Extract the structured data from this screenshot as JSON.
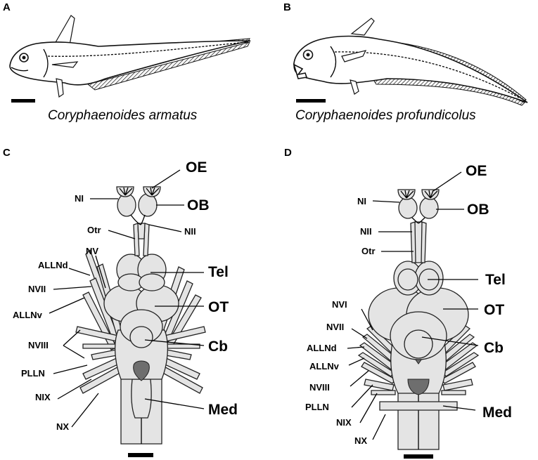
{
  "panels": {
    "a": {
      "letter": "A",
      "species": "Coryphaenoides armatus"
    },
    "b": {
      "letter": "B",
      "species": "Coryphaenoides profundicolus"
    },
    "c": {
      "letter": "C",
      "labels": {
        "oe": "OE",
        "ni": "NI",
        "ob": "OB",
        "otr": "Otr",
        "nii": "NII",
        "nv": "NV",
        "allnd": "ALLNd",
        "nvii": "NVII",
        "allnv": "ALLNv",
        "nviii": "NVIII",
        "plln": "PLLN",
        "nix": "NIX",
        "nx": "NX",
        "tel": "Tel",
        "ot": "OT",
        "cb": "Cb",
        "med": "Med"
      }
    },
    "d": {
      "letter": "D",
      "labels": {
        "oe": "OE",
        "ni": "NI",
        "ob": "OB",
        "nii": "NII",
        "otr": "Otr",
        "nvi": "NVI",
        "nvii": "NVII",
        "allnd": "ALLNd",
        "allnv": "ALLNv",
        "nviii": "NVIII",
        "plln": "PLLN",
        "nix": "NIX",
        "nx": "NX",
        "tel": "Tel",
        "ot": "OT",
        "cb": "Cb",
        "med": "Med"
      }
    }
  },
  "colors": {
    "tissue": "#e4e4e4",
    "ventricle": "#6e6e6e",
    "ink": "#000000"
  }
}
